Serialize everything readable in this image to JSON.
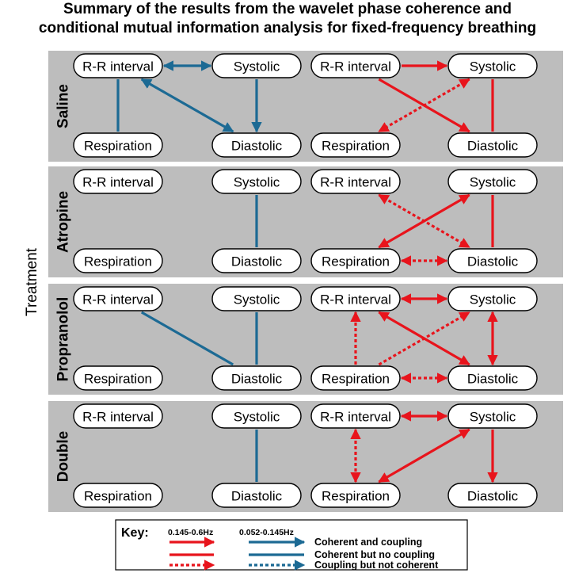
{
  "title": {
    "line1": "Summary of the results from the wavelet phase coherence and",
    "line2": "conditional mutual information analysis for fixed-frequency breathing"
  },
  "axis_label": "Treatment",
  "node_labels": {
    "rr": "R-R interval",
    "sys": "Systolic",
    "resp": "Respiration",
    "dia": "Diastolic"
  },
  "colors": {
    "high_band": "#e8141c",
    "low_band": "#1c6a94",
    "panel_bg": "#bdbdbd"
  },
  "panels": [
    {
      "label": "Saline",
      "low_band_links": [
        {
          "from": "rr",
          "to": "sys",
          "style": "solid",
          "arrows": "both"
        },
        {
          "from": "rr",
          "to": "resp",
          "style": "solid",
          "arrows": "none"
        },
        {
          "from": "rr",
          "to": "dia",
          "style": "solid",
          "arrows": "both"
        },
        {
          "from": "sys",
          "to": "dia",
          "style": "solid",
          "arrows": "end"
        }
      ],
      "high_band_links": [
        {
          "from": "rr",
          "to": "sys",
          "style": "solid",
          "arrows": "end"
        },
        {
          "from": "rr",
          "to": "dia",
          "style": "solid",
          "arrows": "end"
        },
        {
          "from": "sys",
          "to": "resp",
          "style": "dotted",
          "arrows": "both"
        },
        {
          "from": "sys",
          "to": "dia",
          "style": "solid",
          "arrows": "none"
        }
      ]
    },
    {
      "label": "Atropine",
      "low_band_links": [
        {
          "from": "sys",
          "to": "dia",
          "style": "solid",
          "arrows": "none"
        }
      ],
      "high_band_links": [
        {
          "from": "rr",
          "to": "dia",
          "style": "dotted",
          "arrows": "both"
        },
        {
          "from": "resp",
          "to": "sys",
          "style": "solid",
          "arrows": "both"
        },
        {
          "from": "sys",
          "to": "dia",
          "style": "solid",
          "arrows": "none"
        },
        {
          "from": "resp",
          "to": "dia",
          "style": "dotted",
          "arrows": "both"
        }
      ]
    },
    {
      "label": "Propranolol",
      "low_band_links": [
        {
          "from": "rr",
          "to": "dia",
          "style": "solid",
          "arrows": "none"
        },
        {
          "from": "sys",
          "to": "dia",
          "style": "solid",
          "arrows": "none"
        }
      ],
      "high_band_links": [
        {
          "from": "rr",
          "to": "sys",
          "style": "solid",
          "arrows": "both"
        },
        {
          "from": "resp",
          "to": "rr",
          "style": "dotted",
          "arrows": "end"
        },
        {
          "from": "rr",
          "to": "dia",
          "style": "solid",
          "arrows": "both"
        },
        {
          "from": "resp",
          "to": "sys",
          "style": "dotted",
          "arrows": "end"
        },
        {
          "from": "sys",
          "to": "dia",
          "style": "solid",
          "arrows": "both"
        },
        {
          "from": "resp",
          "to": "dia",
          "style": "dotted",
          "arrows": "both"
        }
      ]
    },
    {
      "label": "Double",
      "low_band_links": [
        {
          "from": "sys",
          "to": "dia",
          "style": "solid",
          "arrows": "none"
        }
      ],
      "high_band_links": [
        {
          "from": "rr",
          "to": "sys",
          "style": "solid",
          "arrows": "both"
        },
        {
          "from": "rr",
          "to": "resp",
          "style": "dotted",
          "arrows": "both"
        },
        {
          "from": "resp",
          "to": "sys",
          "style": "solid",
          "arrows": "both"
        },
        {
          "from": "sys",
          "to": "dia",
          "style": "solid",
          "arrows": "end"
        }
      ]
    }
  ],
  "key": {
    "title": "Key:",
    "band_high": "0.145-0.6Hz",
    "band_low": "0.052-0.145Hz",
    "rows": [
      {
        "label": "Coherent and coupling",
        "style": "solid",
        "arrows": true
      },
      {
        "label": "Coherent but no coupling",
        "style": "solid",
        "arrows": false
      },
      {
        "label": "Coupling but not coherent",
        "style": "dotted",
        "arrows": true
      }
    ]
  }
}
